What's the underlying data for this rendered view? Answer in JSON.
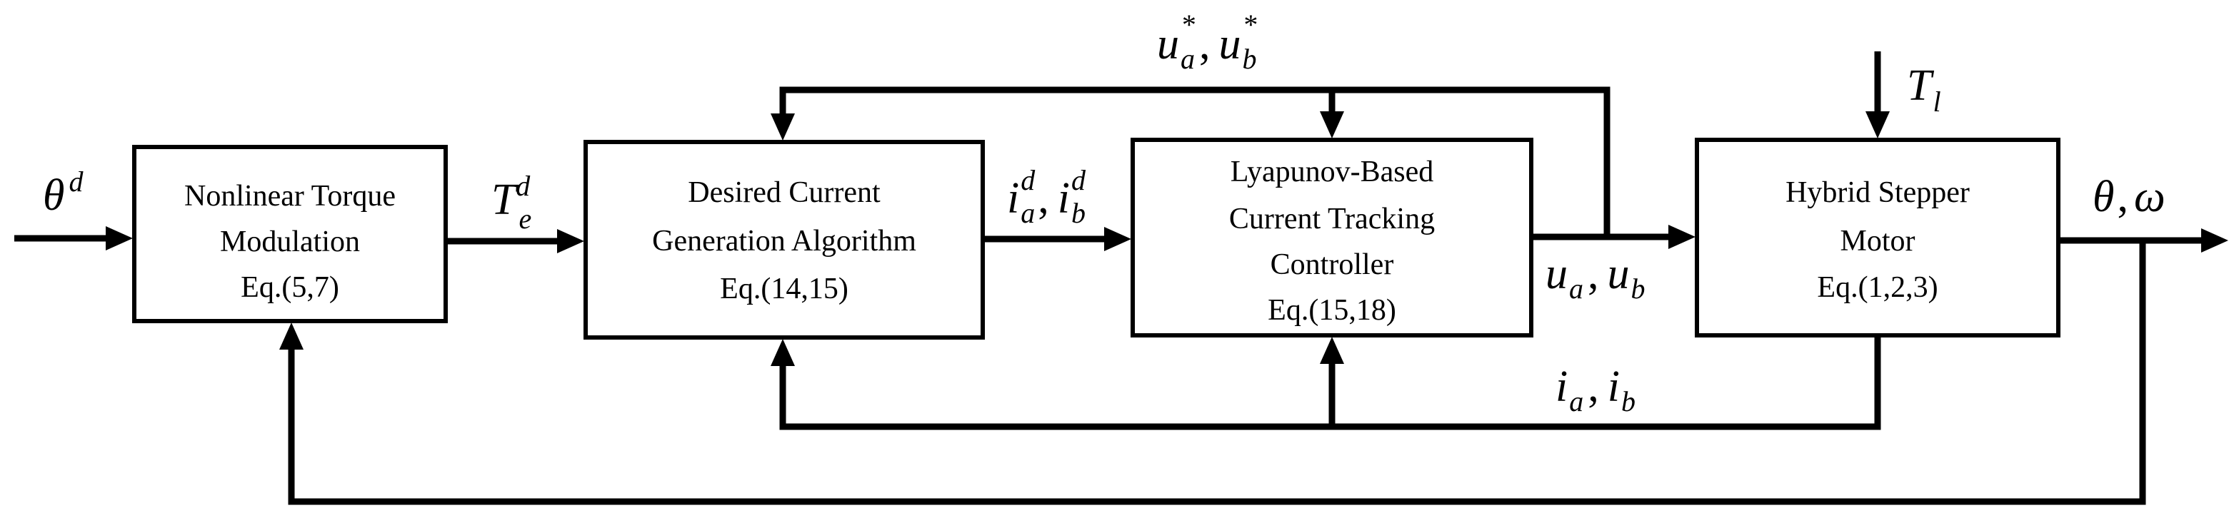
{
  "blocks": {
    "torque": {
      "line1": "Nonlinear Torque",
      "line2": "Modulation",
      "line3": "Eq.(5,7)"
    },
    "current_gen": {
      "line1": "Desired Current",
      "line2": "Generation Algorithm",
      "line3": "Eq.(14,15)"
    },
    "controller": {
      "line1": "Lyapunov-Based",
      "line2": "Current Tracking",
      "line3": "Controller",
      "line4": "Eq.(15,18)"
    },
    "motor": {
      "line1": "Hybrid Stepper",
      "line2": "Motor",
      "line3": "Eq.(1,2,3)"
    }
  },
  "signals": {
    "theta_d": {
      "base": "θ",
      "sup": "d"
    },
    "Te_d": {
      "base": "T",
      "sub": "e",
      "sup": "d"
    },
    "i_d": {
      "b1": "i",
      "sub1": "a",
      "sup1": "d",
      "comma": ",",
      "b2": "i",
      "sub2": "b",
      "sup2": "d"
    },
    "u_star": {
      "b1": "u",
      "sub1": "a",
      "sup1": "*",
      "comma": ",",
      "b2": "u",
      "sub2": "b",
      "sup2": "*"
    },
    "u": {
      "b1": "u",
      "sub1": "a",
      "comma": ",",
      "b2": "u",
      "sub2": "b"
    },
    "Tl": {
      "base": "T",
      "sub": "l"
    },
    "i_meas": {
      "b1": "i",
      "sub1": "a",
      "comma": ",",
      "b2": "i",
      "sub2": "b"
    },
    "output": {
      "b1": "θ",
      "comma": ",",
      "b2": "ω"
    }
  }
}
